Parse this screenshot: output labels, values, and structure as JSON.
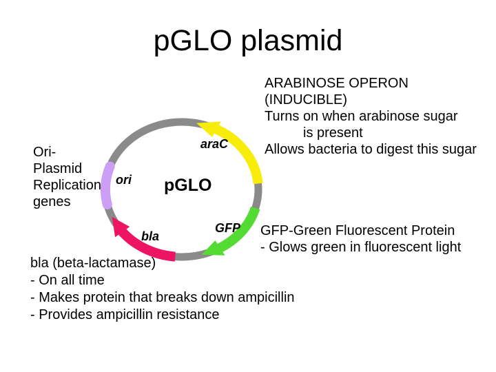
{
  "title": "pGLO plasmid",
  "diagram": {
    "center_label": "pGLO",
    "ring_color": "#8A8A8A",
    "genes": [
      {
        "name": "araC",
        "color": "#F7EC0A",
        "direction": "counterclockwise"
      },
      {
        "name": "GFP",
        "color": "#53DB33",
        "direction": "clockwise"
      },
      {
        "name": "bla",
        "color": "#EE1464",
        "direction": "clockwise"
      },
      {
        "name": "ori",
        "color": "#CC9EF5",
        "direction": "none"
      }
    ]
  },
  "annotations": {
    "arabinose": {
      "lines": [
        "ARABINOSE OPERON",
        "(INDUCIBLE)",
        "Turns on when arabinose sugar",
        "is present",
        "Allows bacteria to digest this sugar"
      ]
    },
    "ori": {
      "lines": [
        "Ori-",
        "Plasmid",
        "Replication",
        "genes"
      ]
    },
    "gfp": {
      "lines": [
        "GFP-Green Fluorescent Protein",
        "- Glows green in fluorescent light"
      ]
    },
    "bla": {
      "lines": [
        "bla (beta-lactamase)",
        "- On all time",
        "- Makes protein that breaks down ampicillin",
        "- Provides ampicillin resistance"
      ]
    }
  }
}
